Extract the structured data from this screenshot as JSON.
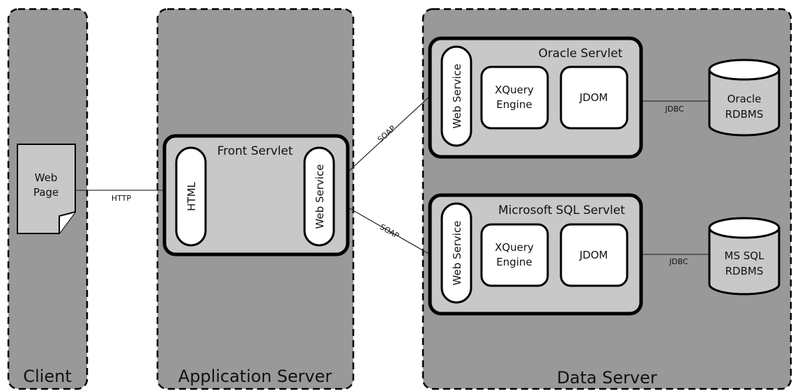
{
  "zones": {
    "client": "Client",
    "app_server": "Application Server",
    "data_server": "Data Server"
  },
  "web_page": {
    "line1": "Web",
    "line2": "Page"
  },
  "front_servlet": {
    "title": "Front Servlet",
    "html": "HTML",
    "web_service": "Web Service"
  },
  "oracle_servlet": {
    "title": "Oracle Servlet",
    "web_service": "Web Service",
    "xquery_line1": "XQuery",
    "xquery_line2": "Engine",
    "jdom": "JDOM"
  },
  "mssql_servlet": {
    "title": "Microsoft SQL Servlet",
    "web_service": "Web Service",
    "xquery_line1": "XQuery",
    "xquery_line2": "Engine",
    "jdom": "JDOM"
  },
  "databases": {
    "oracle_line1": "Oracle",
    "oracle_line2": "RDBMS",
    "mssql_line1": "MS SQL",
    "mssql_line2": "RDBMS"
  },
  "connections": {
    "http": "HTTP",
    "soap_oracle": "SOAP",
    "soap_mssql": "SOAP",
    "jdbc_oracle": "JDBC",
    "jdbc_mssql": "JDBC"
  },
  "colors": {
    "zone_fill": "#999999",
    "servlet_fill": "#c8c8c8",
    "component_fill": "#ffffff",
    "stroke": "#000000"
  }
}
